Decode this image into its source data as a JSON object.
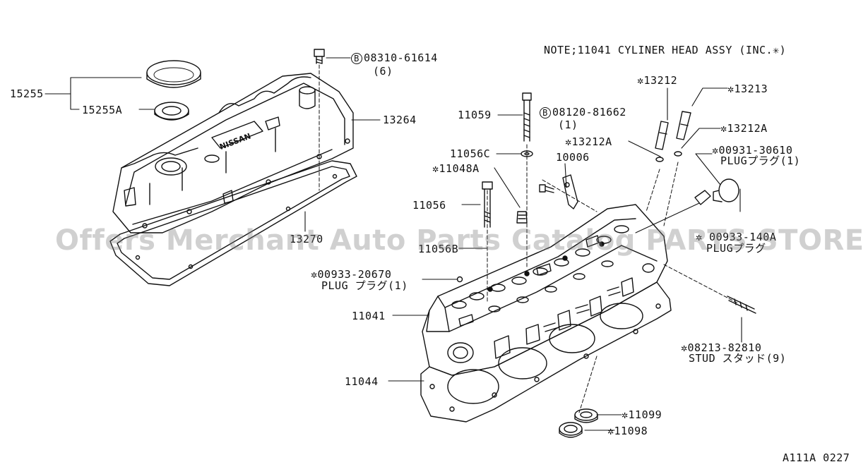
{
  "note": "NOTE;11041 CYLINER HEAD ASSY (INC.✳)",
  "footer_code": "A111A 0227",
  "watermark": "Offers Merchant Auto Parts Catalog PARTS STORE SA",
  "bolt_prefix": "B",
  "parts": {
    "p15255": "15255",
    "p15255a": "15255A",
    "p08310": "08310-61614",
    "p08310_qty": "(6)",
    "p13264": "13264",
    "p13270": "13270",
    "p11059": "11059",
    "p08120": "08120-81662",
    "p08120_qty": "(1)",
    "p11056c": "11056C",
    "p11048a": "✲11048A",
    "p11056": "11056",
    "p11056b": "11056B",
    "p00933": "✲00933-20670",
    "p00933_desc": "PLUG プラグ(1)",
    "p11041": "11041",
    "p11044": "11044",
    "p13212": "✲13212",
    "p13213": "✲13213",
    "p13212a_l": "✲13212A",
    "p13212a_r": "✲13212A",
    "p10006": "10006",
    "p00931": "✲00931-30610",
    "p00931_desc": "PLUGプラグ(1)",
    "p00933_140a": "✲ 00933-140A",
    "p00933_140a_desc": "PLUGプラグ",
    "p08213": "✲08213-82810",
    "p08213_desc": "STUD スタッド(9)",
    "p11099": "✲11099",
    "p11098": "✲11098"
  }
}
